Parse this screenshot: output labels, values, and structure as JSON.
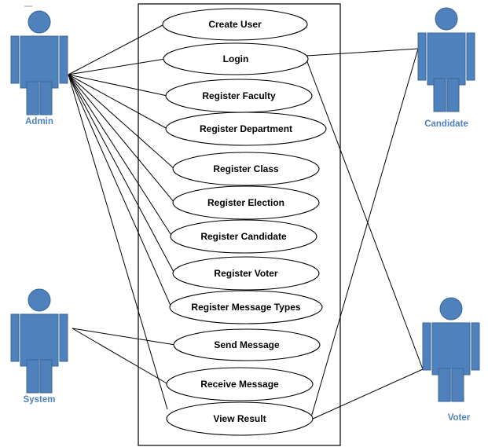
{
  "colors": {
    "actor_fill": "#4f81bd",
    "actor_stroke": "#3a6796",
    "actor_label": "#4f81bd",
    "line": "#000000"
  },
  "actors": [
    {
      "id": "admin",
      "label": "Admin",
      "icon": "person-icon"
    },
    {
      "id": "candidate",
      "label": "Candidate",
      "icon": "person-icon"
    },
    {
      "id": "system",
      "label": "System",
      "icon": "person-icon"
    },
    {
      "id": "voter",
      "label": "Voter",
      "icon": "person-icon"
    }
  ],
  "use_cases": [
    {
      "id": "create-user",
      "label": "Create User"
    },
    {
      "id": "login",
      "label": "Login"
    },
    {
      "id": "register-faculty",
      "label": "Register Faculty"
    },
    {
      "id": "register-department",
      "label": "Register Department"
    },
    {
      "id": "register-class",
      "label": "Register Class"
    },
    {
      "id": "register-election",
      "label": "Register Election"
    },
    {
      "id": "register-candidate",
      "label": "Register Candidate"
    },
    {
      "id": "register-voter",
      "label": "Register Voter"
    },
    {
      "id": "register-message-types",
      "label": "Register Message Types"
    },
    {
      "id": "send-message",
      "label": "Send Message"
    },
    {
      "id": "receive-message",
      "label": "Receive Message"
    },
    {
      "id": "view-result",
      "label": "View Result"
    }
  ],
  "associations": [
    {
      "actor": "admin",
      "use_case": "create-user"
    },
    {
      "actor": "admin",
      "use_case": "login"
    },
    {
      "actor": "admin",
      "use_case": "register-faculty"
    },
    {
      "actor": "admin",
      "use_case": "register-department"
    },
    {
      "actor": "admin",
      "use_case": "register-class"
    },
    {
      "actor": "admin",
      "use_case": "register-election"
    },
    {
      "actor": "admin",
      "use_case": "register-candidate"
    },
    {
      "actor": "admin",
      "use_case": "register-voter"
    },
    {
      "actor": "admin",
      "use_case": "register-message-types"
    },
    {
      "actor": "admin",
      "use_case": "view-result"
    },
    {
      "actor": "candidate",
      "use_case": "login"
    },
    {
      "actor": "candidate",
      "use_case": "view-result"
    },
    {
      "actor": "voter",
      "use_case": "login"
    },
    {
      "actor": "voter",
      "use_case": "view-result"
    },
    {
      "actor": "system",
      "use_case": "send-message"
    },
    {
      "actor": "system",
      "use_case": "receive-message"
    }
  ]
}
